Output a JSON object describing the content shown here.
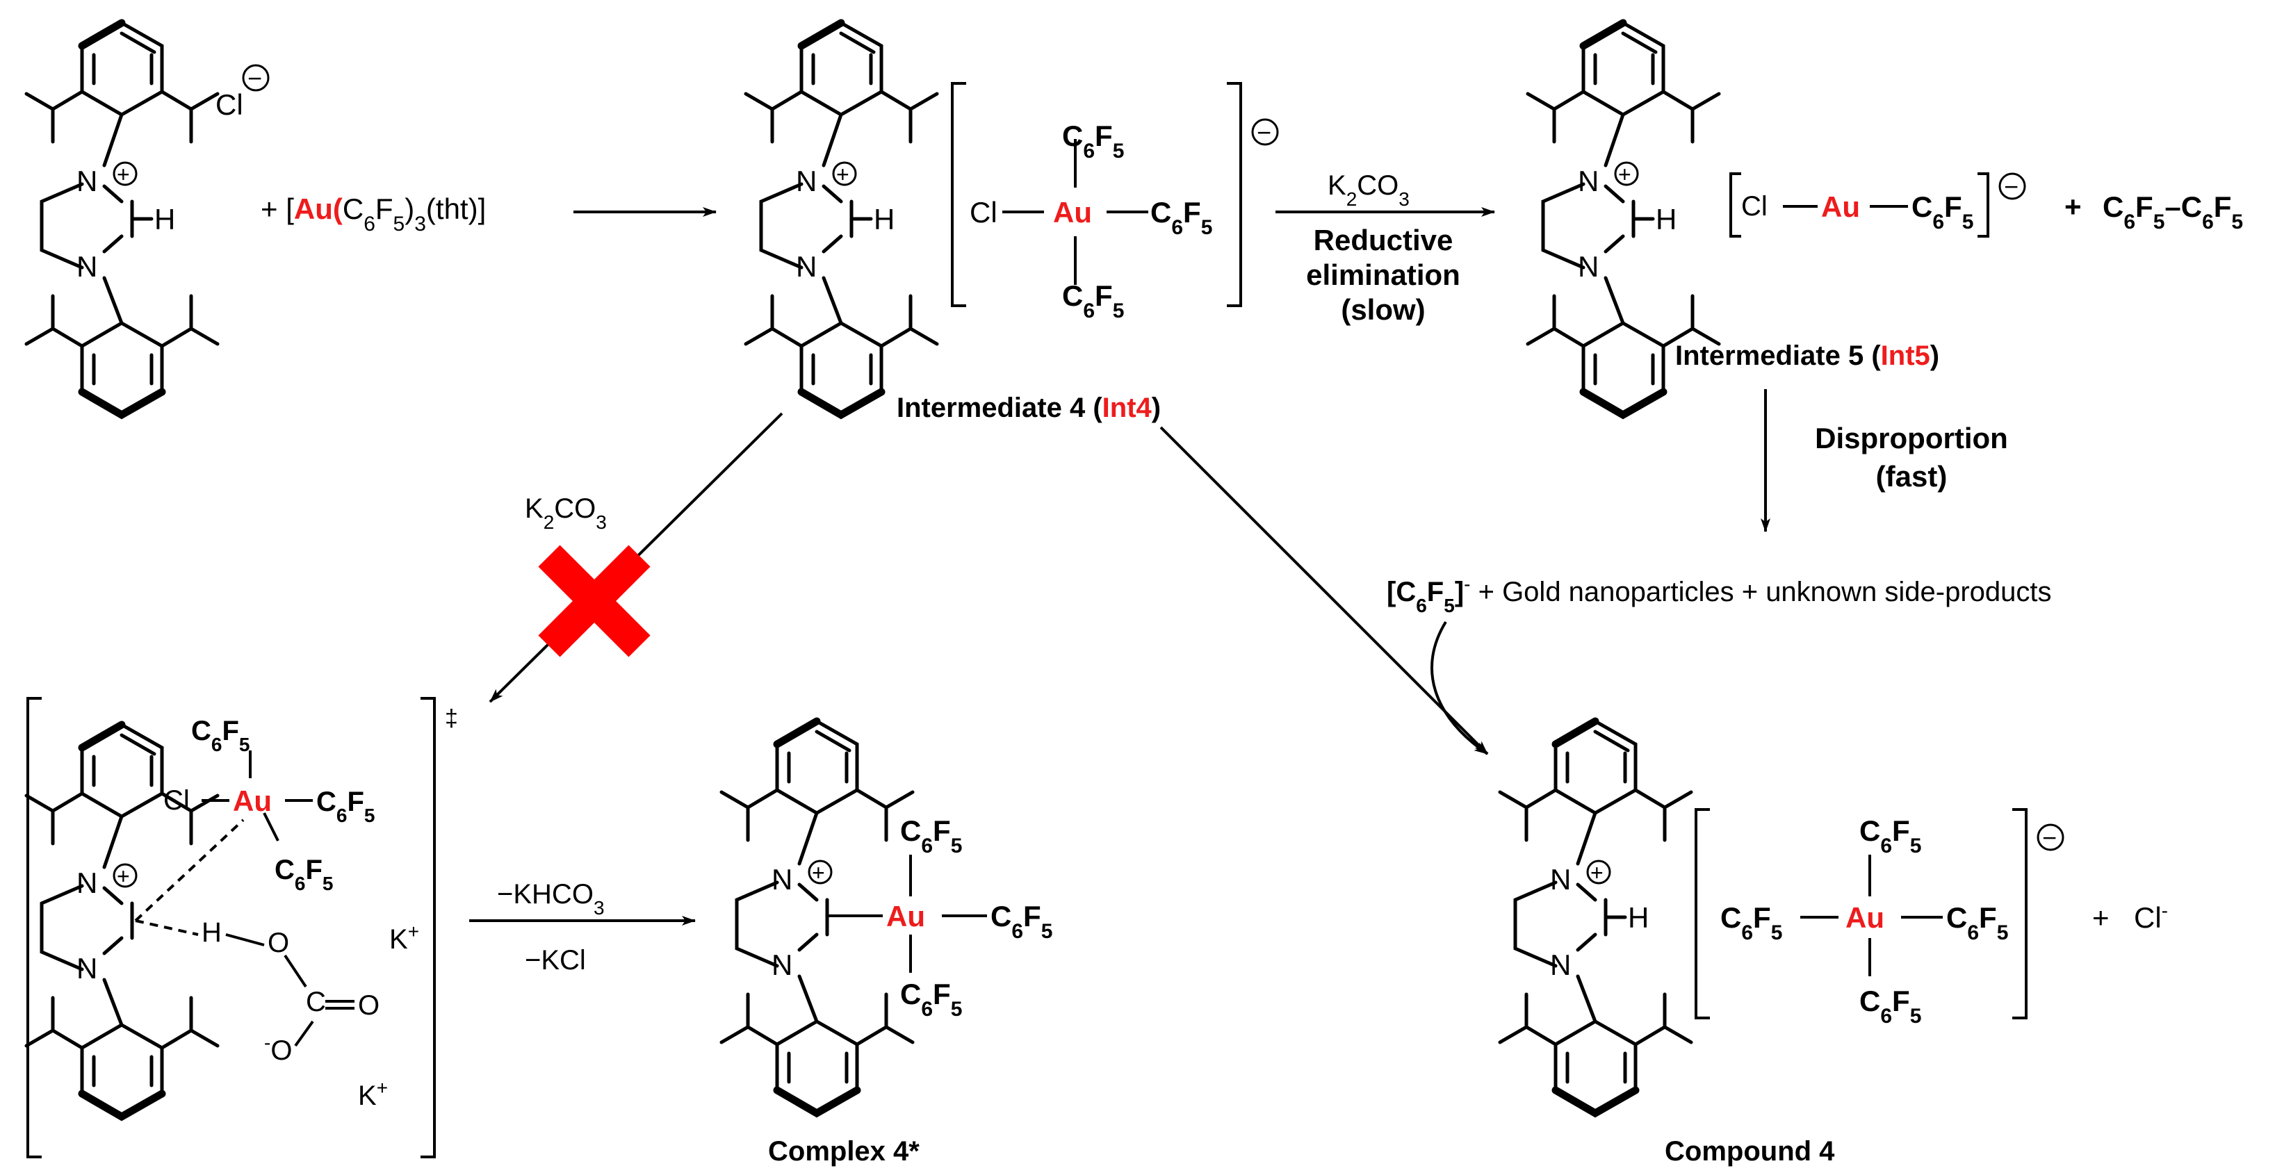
{
  "title": "",
  "colors": {
    "highlight": "#ee1c1c",
    "text": "#000000",
    "background": "#ffffff"
  },
  "reagents": {
    "gold_prefix": "+ [",
    "gold_au": "Au(",
    "gold_c6": "C",
    "gold_sub6": "6",
    "gold_f": "F",
    "gold_sub5": "5",
    "gold_close": ")",
    "gold_sub3": "3",
    "gold_tht": "(tht)]",
    "k2co3_k": "K",
    "k2co3_2": "2",
    "k2co3_co": "CO",
    "k2co3_3": "3",
    "minus_khco3": "−KHCO",
    "minus_khco3_sub": "3",
    "minus_kcl": "−KCl"
  },
  "atoms": {
    "N": "N",
    "H": "H",
    "Cl": "Cl",
    "Au": "Au",
    "O": "O",
    "C": "C",
    "K": "K",
    "plus": "+",
    "minus": "−",
    "minus_small": "-",
    "dagger": "‡",
    "c6f5_c": "C",
    "c6f5_6": "6",
    "c6f5_f": "F",
    "c6f5_5": "5"
  },
  "steps": {
    "reductive_line1": "Reductive",
    "reductive_line2": "elimination",
    "reductive_line3": "(slow)",
    "dispro_line1": "Disproportion",
    "dispro_line2": "(fast)"
  },
  "products_text": {
    "c6f5_anion_open": "[C",
    "c6f5_anion_6": "6",
    "c6f5_anion_f": "F",
    "c6f5_anion_5": "5",
    "c6f5_anion_close": "]",
    "c6f5_anion_charge": "-",
    "side_products": "+ Gold nanoparticles + unknown side-products",
    "biaryl_plus": "+",
    "biaryl_dash": "–",
    "plus_cl": "+",
    "cl_ion": "Cl"
  },
  "labels": {
    "int4_prefix": "Intermediate 4 (",
    "int4_abbr": "Int4",
    "int5_prefix": "Intermediate 5 (",
    "int5_abbr": "Int5",
    "close_paren": ")",
    "complex4": "Complex 4*",
    "compound4": "Compound 4"
  },
  "status": {
    "blocked_path": "red-cross-icon"
  }
}
